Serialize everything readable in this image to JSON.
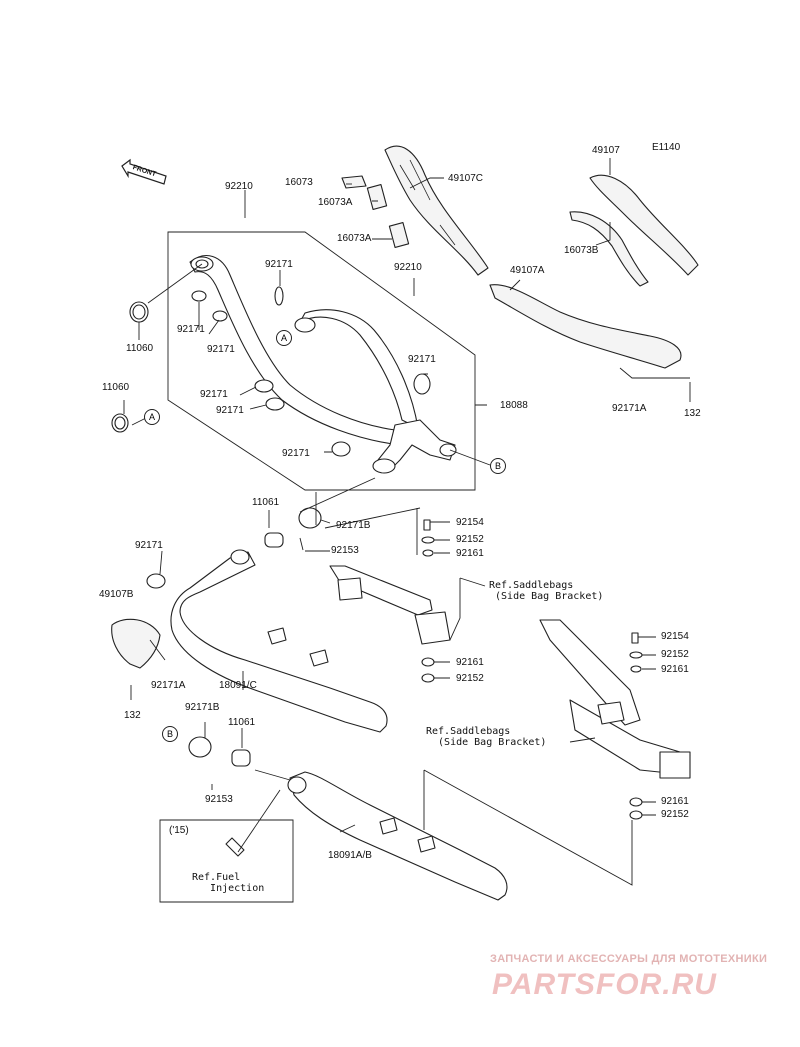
{
  "diagram_code": "E1140",
  "front_label": "FRONT",
  "callouts": {
    "a": "A",
    "b": "B"
  },
  "labels": {
    "p92210_top": "92210",
    "p16073": "16073",
    "p16073A_1": "16073A",
    "p16073A_2": "16073A",
    "p49107C": "49107C",
    "p49107": "49107",
    "p16073B": "16073B",
    "p92210_mid": "92210",
    "p49107A": "49107A",
    "p92171_a": "92171",
    "p92171_b": "92171",
    "p92171_c": "92171",
    "p11060_a": "11060",
    "p11060_b": "11060",
    "p92171_d": "92171",
    "p92171_e": "92171",
    "p92171_f": "92171",
    "p92171_g": "92171",
    "p18088": "18088",
    "p92171A_a": "92171A",
    "p132_a": "132",
    "p11061_a": "11061",
    "p92171B_a": "92171B",
    "p92153_a": "92153",
    "p92154_a": "92154",
    "p92152_a": "92152",
    "p92161_a": "92161",
    "p92171_h": "92171",
    "p49107B": "49107B",
    "p92171A_b": "92171A",
    "p18091C": "18091/C",
    "p132_b": "132",
    "p92161_b": "92161",
    "p92152_b": "92152",
    "p92154_b": "92154",
    "p92152_c": "92152",
    "p92161_c": "92161",
    "p92171B_b": "92171B",
    "p11061_b": "11061",
    "p92153_b": "92153",
    "p92161_d": "92161",
    "p92152_d": "92152",
    "p18091AB": "18091A/B",
    "year_15": "('15)"
  },
  "refs": {
    "saddlebags_1": "Ref.Saddlebags\n (Side Bag Bracket)",
    "saddlebags_2": "Ref.Saddlebags\n  (Side Bag Bracket)",
    "fuel_injection": "Ref.Fuel\n   Injection"
  },
  "watermark": {
    "tagline": "ЗАПЧАСТИ И АКСЕССУАРЫ ДЛЯ МОТОТЕХНИКИ",
    "logo": "PARTSFOR.RU"
  }
}
